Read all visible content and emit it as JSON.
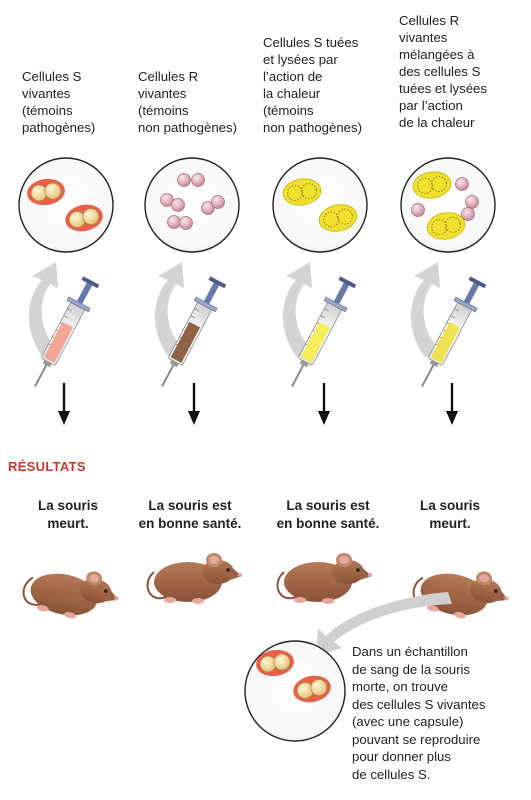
{
  "columns": [
    {
      "label_lines": [
        "Cellules S",
        "vivantes",
        "(témoins",
        "pathogènes)"
      ],
      "outcome_lines": [
        "La souris",
        "meurt."
      ]
    },
    {
      "label_lines": [
        "Cellules R",
        "vivantes",
        "(témoins",
        "non pathogènes)"
      ],
      "outcome_lines": [
        "La souris est",
        "en bonne santé."
      ]
    },
    {
      "label_lines": [
        "Cellules S tuées",
        "et lysées par",
        "l’action de",
        "la chaleur",
        "(témoins",
        "non pathogènes)"
      ],
      "outcome_lines": [
        "La souris est",
        "en bonne santé."
      ]
    },
    {
      "label_lines": [
        "Cellules R",
        "vivantes",
        "mélangées à",
        "des cellules S",
        "tuées et lysées",
        "par l’action",
        "de la chaleur"
      ],
      "outcome_lines": [
        "La souris",
        "meurt."
      ]
    }
  ],
  "results_title": "RÉSULTATS",
  "note_lines": [
    "Dans un échantillon",
    "de sang de la souris",
    "morte, on trouve",
    "des cellules S vivantes",
    "(avec une capsule)",
    "pouvant se reproduire",
    "pour donner plus",
    "de cellules S."
  ],
  "colors": {
    "capsule": "#e8604a",
    "r_cell": "#d8a0b0",
    "s_lysed": "#f0e030",
    "title": "#c8362c",
    "mouse": "#a0684a"
  }
}
